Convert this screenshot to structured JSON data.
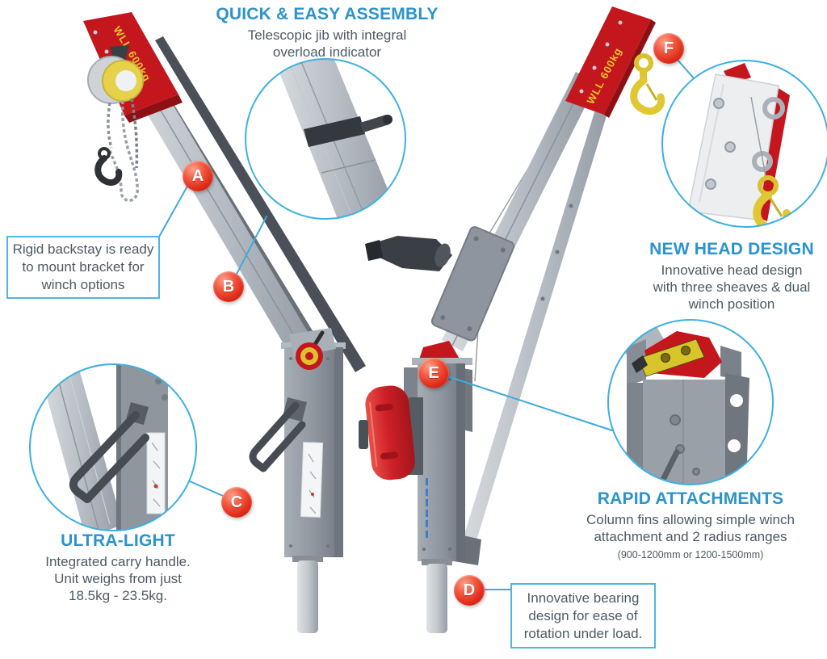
{
  "palette": {
    "accent_blue": "#2b93cc",
    "connector_blue": "#41aede",
    "box_border_blue": "#4db7e2",
    "text_gray": "#4d5a63",
    "marker_red": "#e42d1f",
    "crane_red": "#c4161d",
    "label_yellow": "#e8c72a",
    "hook_yellow": "#e0c832",
    "silver": "#b7bdc5",
    "dark_steel": "#4b5058"
  },
  "callouts": {
    "quick_assembly": {
      "title": "QUICK & EASY ASSEMBLY",
      "lines": [
        "Telescopic jib with integral",
        "overload indicator"
      ]
    },
    "backstay": {
      "lines": [
        "Rigid backstay is ready",
        "to mount bracket for",
        "winch options"
      ]
    },
    "new_head": {
      "title": "NEW HEAD DESIGN",
      "lines": [
        "Innovative head design",
        "with three sheaves & dual",
        "winch position"
      ]
    },
    "rapid_attachments": {
      "title": "RAPID ATTACHMENTS",
      "lines": [
        "Column fins allowing simple winch",
        "attachment and 2 radius ranges"
      ],
      "note": "(900-1200mm or 1200-1500mm)"
    },
    "ultra_light": {
      "title": "ULTRA-LIGHT",
      "lines": [
        "Integrated carry handle.",
        "Unit weighs from just",
        "18.5kg - 23.5kg."
      ]
    },
    "bearing": {
      "lines": [
        "Innovative bearing",
        "design for ease of",
        "rotation under load."
      ]
    }
  },
  "markers": [
    {
      "label": "A"
    },
    {
      "label": "B"
    },
    {
      "label": "C"
    },
    {
      "label": "D"
    },
    {
      "label": "E"
    },
    {
      "label": "F"
    }
  ],
  "product": {
    "wll_label": "WLL 600kg"
  }
}
